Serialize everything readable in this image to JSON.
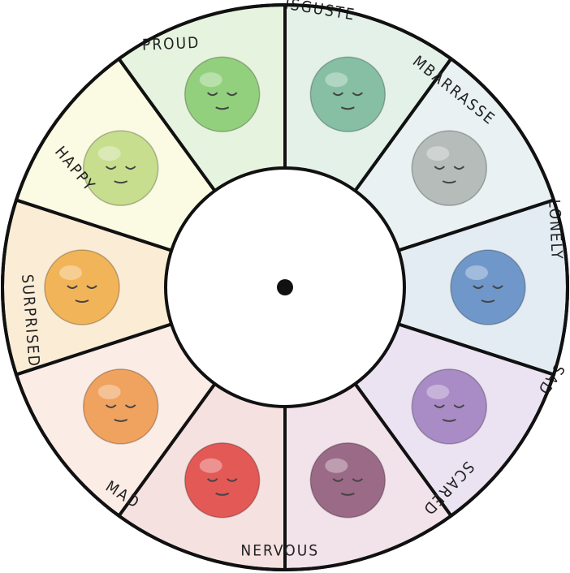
{
  "wheel": {
    "segments": [
      {
        "key": "happy",
        "label": "HAPPY",
        "bg": "#fbecd6",
        "face": "#f2b458"
      },
      {
        "key": "proud",
        "label": "PROUD",
        "bg": "#fafbe2",
        "face": "#c7de8e"
      },
      {
        "key": "disgusted",
        "label": "DISGUSTED",
        "bg": "#e6f4df",
        "face": "#93d07d"
      },
      {
        "key": "embarrassed",
        "label": "EMBARRASSED",
        "bg": "#e3f1e9",
        "face": "#86bfa3"
      },
      {
        "key": "lonely",
        "label": "LONELY",
        "bg": "#e9f1f2",
        "face": "#b5bcba"
      },
      {
        "key": "sad",
        "label": "SAD",
        "bg": "#e3ecf3",
        "face": "#6f97c9"
      },
      {
        "key": "scared",
        "label": "SCARED",
        "bg": "#ebe3f2",
        "face": "#a98bc6"
      },
      {
        "key": "nervous",
        "label": "NERVOUS",
        "bg": "#f2e2ea",
        "face": "#9a6a86"
      },
      {
        "key": "mad",
        "label": "MAD",
        "bg": "#f6e1e1",
        "face": "#e25956"
      },
      {
        "key": "surprised",
        "label": "SURPRISED",
        "bg": "#fcece6",
        "face": "#f0a25f"
      }
    ]
  }
}
